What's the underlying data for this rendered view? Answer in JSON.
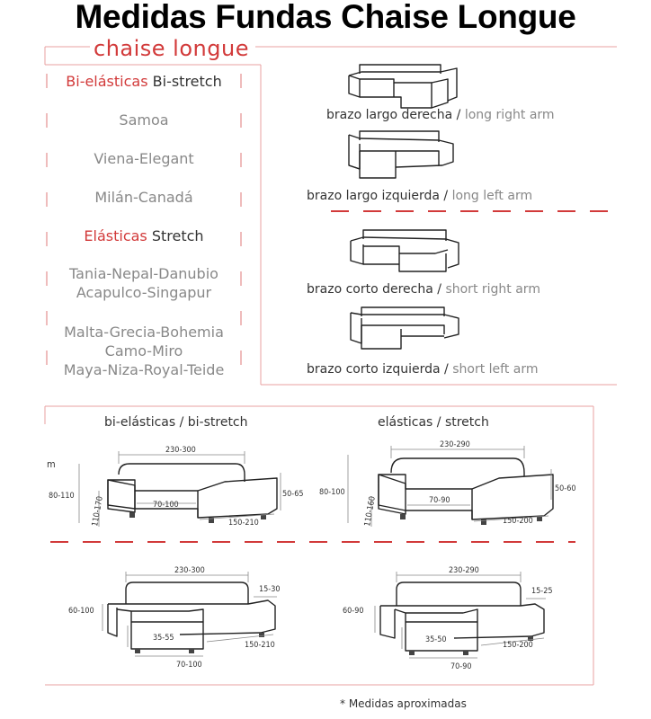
{
  "title": "Medidas Fundas Chaise Longue",
  "section": "chaise longue",
  "groups": {
    "bi_stretch_heading_es": "Bi-elásticas",
    "bi_stretch_heading_en": "Bi-stretch",
    "bi_stretch_models": [
      "Samoa",
      "Viena-Elegant",
      "Milán-Canadá"
    ],
    "stretch_heading_es": "Elásticas",
    "stretch_heading_en": "Stretch",
    "stretch_models_1": [
      "Tania-Nepal-Danubio",
      "Acapulco-Singapur"
    ],
    "stretch_models_2": [
      "Malta-Grecia-Bohemia",
      "Camo-Miro",
      "Maya-Niza-Royal-Teide"
    ]
  },
  "orientations": [
    {
      "es": "brazo largo derecha",
      "en": "long right arm"
    },
    {
      "es": "brazo largo izquierda",
      "en": "long left arm"
    },
    {
      "es": "brazo corto derecha",
      "en": "short right arm"
    },
    {
      "es": "brazo corto izquierda",
      "en": "short left arm"
    }
  ],
  "separator": " / ",
  "dimensions": {
    "bi_heading": "bi-elásticas / bi-stretch",
    "el_heading": "elásticas / stretch",
    "cut_letter": "m",
    "bi_long": {
      "width": "230-300",
      "height": "80-110",
      "depth": "50-65",
      "seat": "70-100",
      "chaise": "150-210",
      "arm": "110-170"
    },
    "el_long": {
      "width": "230-290",
      "height": "80-100",
      "depth": "50-60",
      "seat": "70-90",
      "chaise": "150-200",
      "arm": "110-160"
    },
    "bi_short": {
      "width": "230-300",
      "arm": "15-30",
      "height": "60-100",
      "seat_depth": "35-55",
      "chaise": "150-210",
      "seat": "70-100"
    },
    "el_short": {
      "width": "230-290",
      "arm": "15-25",
      "height": "60-90",
      "seat_depth": "35-50",
      "chaise": "150-200",
      "seat": "70-90"
    }
  },
  "footnote": "* Medidas aproximadas",
  "colors": {
    "accent": "#d23a3a",
    "frame": "#e8a0a0",
    "dark": "#222222",
    "muted": "#888888"
  }
}
